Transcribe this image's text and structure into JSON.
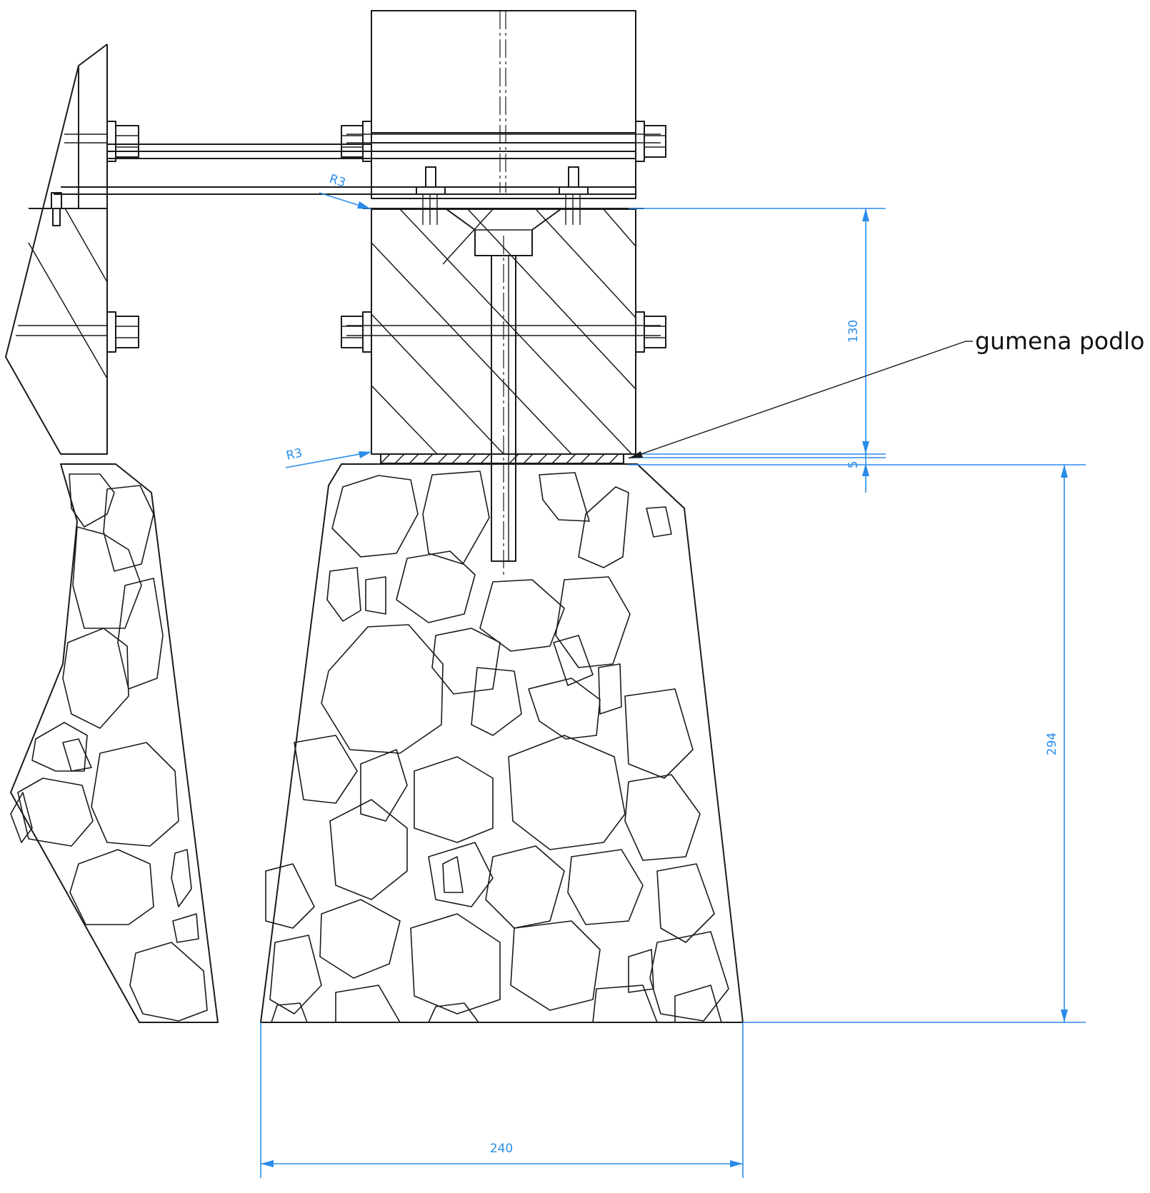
{
  "labels": {
    "callout_rubber_pad": "gumena podlo",
    "radius_top": "R3",
    "radius_bottom": "R3"
  },
  "dimensions": {
    "block_height": "130",
    "pad_thickness": "5",
    "foundation_height": "294",
    "foundation_width": "240"
  },
  "colors": {
    "dimension": "#2a8ce8",
    "linework": "#1a1a1a"
  }
}
